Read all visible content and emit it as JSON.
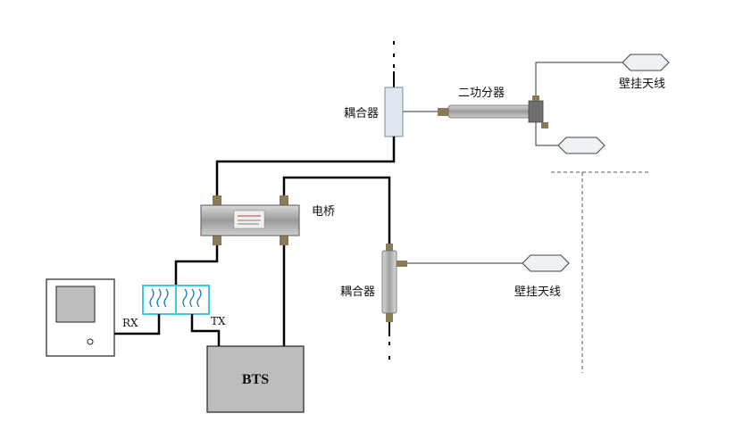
{
  "labels": {
    "coupler_top": "耦合器",
    "splitter": "二功分器",
    "antenna_top": "壁挂天线",
    "bridge": "电桥",
    "coupler_mid": "耦合器",
    "antenna_mid": "壁挂天线",
    "rx": "RX",
    "tx": "TX",
    "bts": "BTS"
  },
  "colors": {
    "thick_line": "#000000",
    "thin_line": "#333333",
    "filter_border": "#3cc8e6",
    "bts_fill": "#bdbdbd",
    "coupler_fill": "#dfe6f0",
    "bridge_fill": "#a8a8a8"
  }
}
